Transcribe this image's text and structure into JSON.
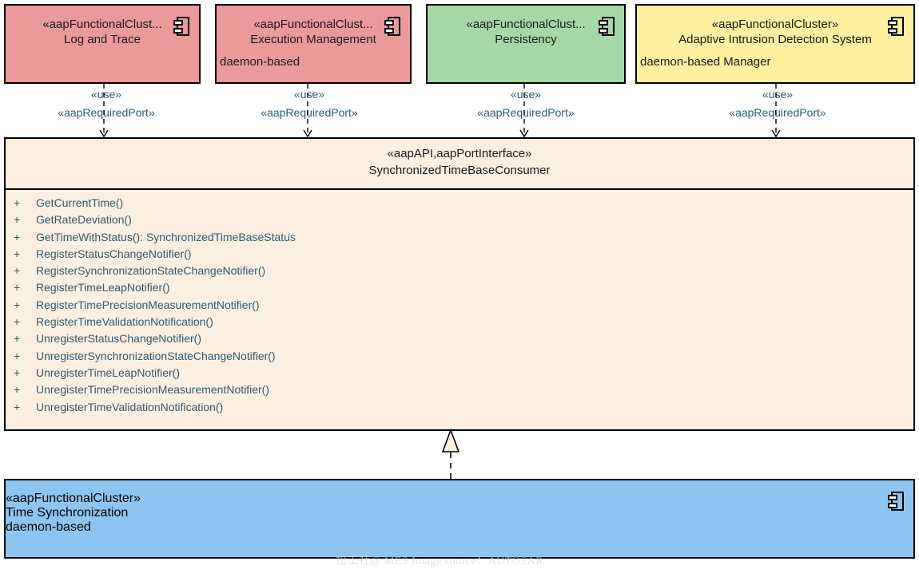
{
  "diagram": {
    "type": "uml-component-diagram",
    "watermark": "松工社@ MES Image source：AUTOSAR",
    "colors": {
      "pink": "#eb9a9c",
      "green": "#a6d7a8",
      "yellow": "#fdf0a0",
      "blue": "#8ec5f0",
      "interface_fill": "#fbf0e0",
      "text": "#1a1a1a",
      "link_text": "#2f5a6e",
      "border": "#000000"
    },
    "clients": [
      {
        "stereotype": "«aapFunctionalClust...",
        "name": "Log and Trace",
        "suffix": "",
        "color": "#eb9a9c",
        "icon": "uml-component-icon",
        "connector": {
          "use": "«use»",
          "port": "«aapRequiredPort»"
        }
      },
      {
        "stereotype": "«aapFunctionalClust...",
        "name": "Execution Management",
        "suffix": "daemon-based",
        "color": "#eb9a9c",
        "icon": "uml-component-icon",
        "connector": {
          "use": "«use»",
          "port": "«aapRequiredPort»"
        }
      },
      {
        "stereotype": "«aapFunctionalClust...",
        "name": "Persistency",
        "suffix": "",
        "color": "#a6d7a8",
        "icon": "uml-component-icon",
        "connector": {
          "use": "«use»",
          "port": "«aapRequiredPort»"
        }
      },
      {
        "stereotype": "«aapFunctionalCluster»",
        "name": "Adaptive Intrusion Detection System",
        "suffix": "daemon-based Manager",
        "color": "#fdf0a0",
        "icon": "uml-component-icon",
        "connector": {
          "use": "«use»",
          "port": "«aapRequiredPort»"
        }
      }
    ],
    "interface": {
      "stereotype": "«aapAPI,aapPortInterface»",
      "name": "SynchronizedTimeBaseConsumer",
      "operations": [
        {
          "visibility": "+",
          "signature": "GetCurrentTime()"
        },
        {
          "visibility": "+",
          "signature": "GetRateDeviation()"
        },
        {
          "visibility": "+",
          "signature": "GetTimeWithStatus(): SynchronizedTimeBaseStatus"
        },
        {
          "visibility": "+",
          "signature": "RegisterStatusChangeNotifier()"
        },
        {
          "visibility": "+",
          "signature": "RegisterSynchronizationStateChangeNotifier()"
        },
        {
          "visibility": "+",
          "signature": "RegisterTimeLeapNotifier()"
        },
        {
          "visibility": "+",
          "signature": "RegisterTimePrecisionMeasurementNotifier()"
        },
        {
          "visibility": "+",
          "signature": "RegisterTimeValidationNotification()"
        },
        {
          "visibility": "+",
          "signature": "UnregisterStatusChangeNotifier()"
        },
        {
          "visibility": "+",
          "signature": "UnregisterSynchronizationStateChangeNotifier()"
        },
        {
          "visibility": "+",
          "signature": "UnregisterTimeLeapNotifier()"
        },
        {
          "visibility": "+",
          "signature": "UnregisterTimePrecisionMeasurementNotifier()"
        },
        {
          "visibility": "+",
          "signature": "UnregisterTimeValidationNotification()"
        }
      ]
    },
    "provider": {
      "stereotype": "«aapFunctionalCluster»",
      "name": "Time Synchronization",
      "suffix": "daemon-based",
      "color": "#8ec5f0",
      "icon": "uml-component-icon",
      "relation": "realization"
    }
  }
}
